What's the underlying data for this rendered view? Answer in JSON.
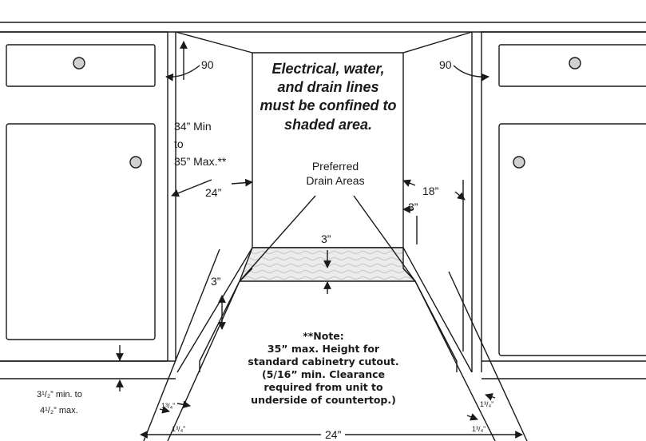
{
  "main_note": [
    "Electrical, water,",
    "and drain lines",
    "must be confined to",
    "shaded area."
  ],
  "preferred": [
    "Preferred",
    "Drain Areas"
  ],
  "angle_left": "90",
  "angle_right": "90",
  "height_range": [
    "34” Min",
    "to",
    "35” Max.**"
  ],
  "width_label": "24”",
  "bottom_width_label": "24”",
  "dim_18": "18”",
  "dim_3_right": "3”",
  "dim_3_center": "3”",
  "dim_3_left": "3”",
  "toe_kick": [
    "3¹/₂” min. to",
    "4¹/₂” max."
  ],
  "small_dims": {
    "left_upper": "1³/₄”",
    "left_lower": "1³/₄”",
    "right_upper": "1³/₄”",
    "right_lower": "1³/₄”"
  },
  "footnote": [
    "**Note:",
    "35” max. Height for",
    "standard cabinetry cutout.",
    "(5/16” min. Clearance",
    "required from unit to",
    "underside of countertop.)"
  ]
}
